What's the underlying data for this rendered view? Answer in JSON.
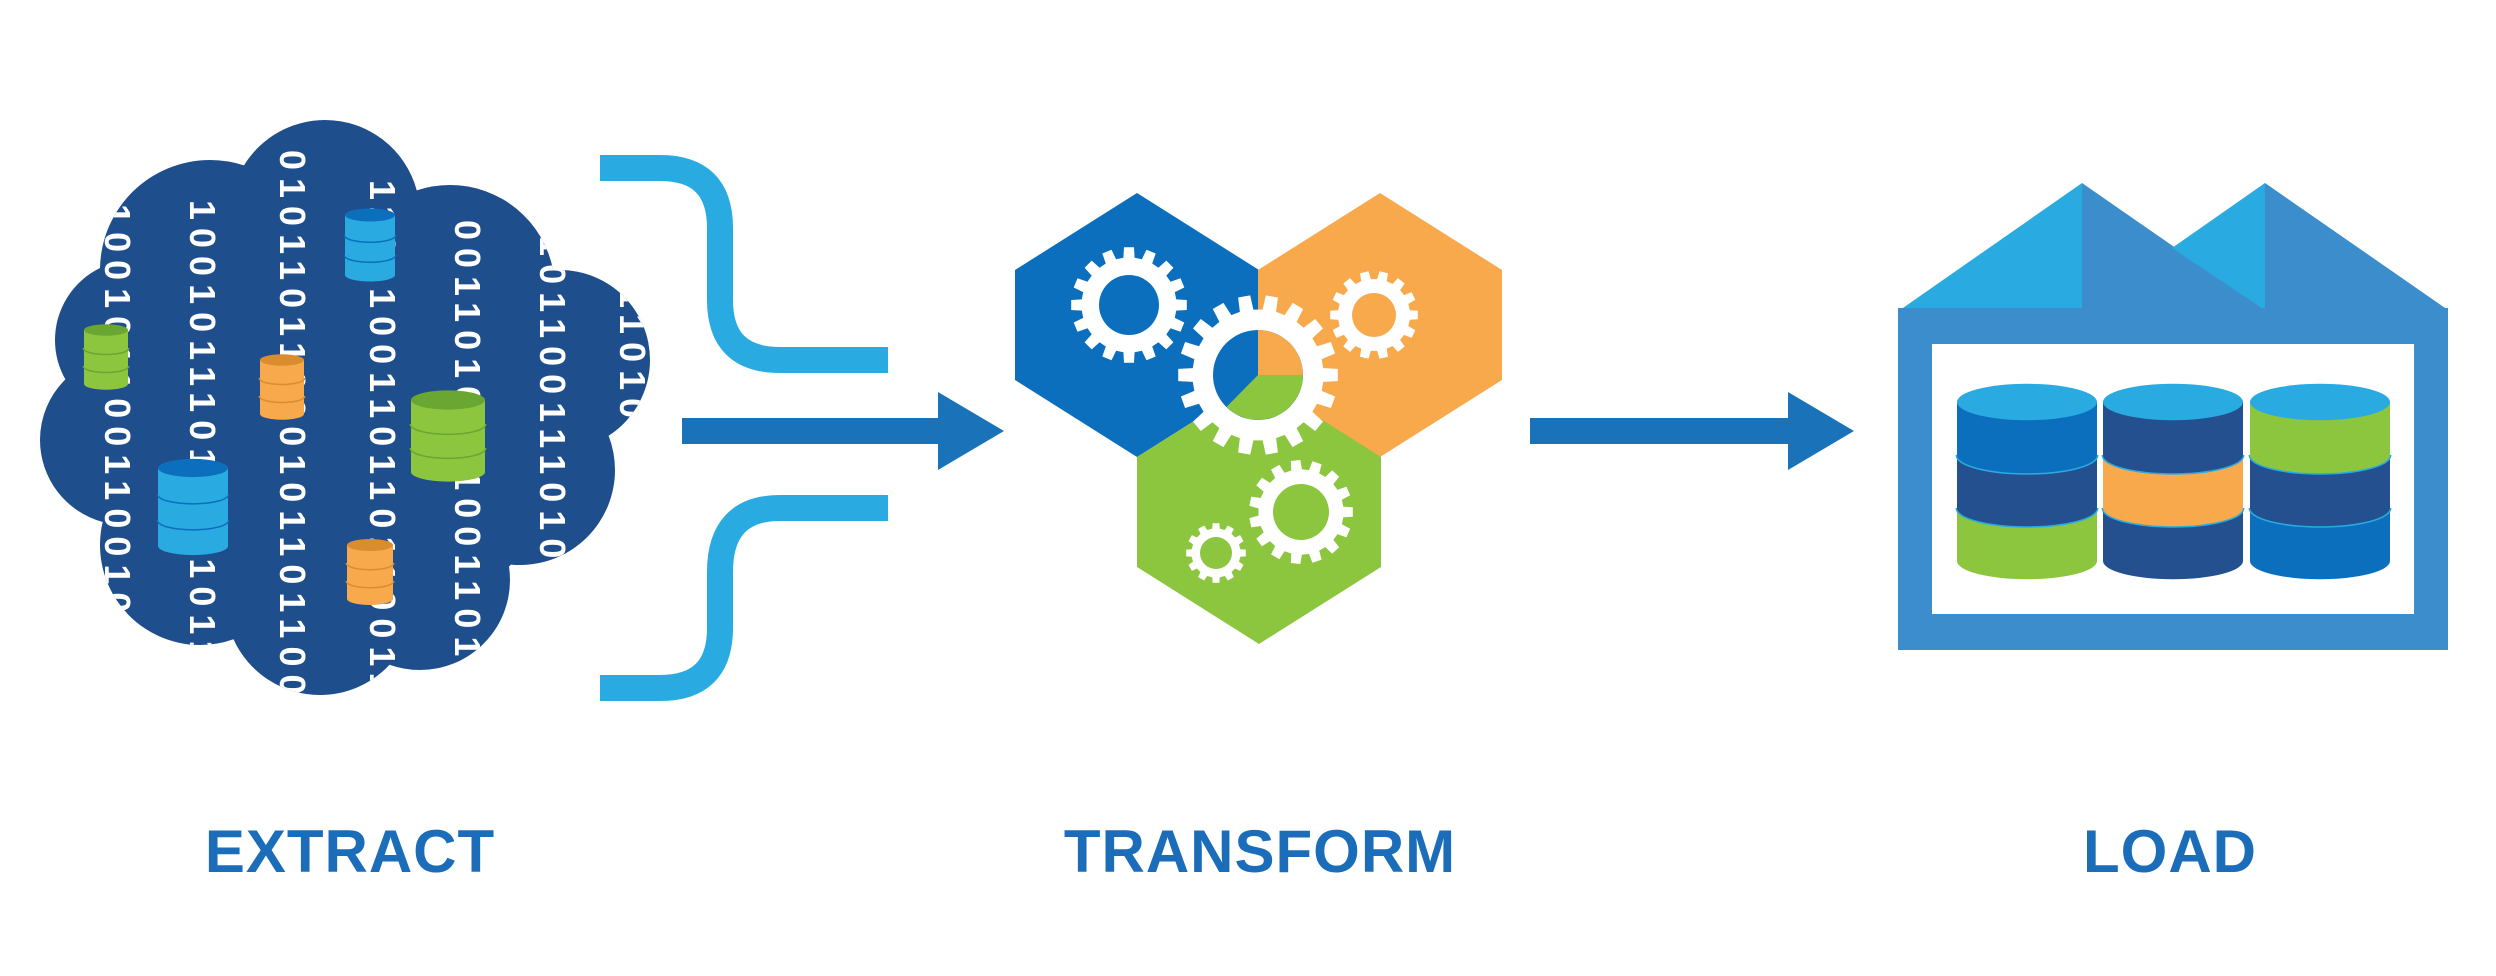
{
  "labels": {
    "extract": "EXTRACT",
    "transform": "TRANSFORM",
    "load": "LOAD"
  },
  "colors": {
    "label": "#1b6dba",
    "cloud": "#1f4e8c",
    "light_blue": "#29abe2",
    "mid_blue": "#1a73b9",
    "dark_blue": "#0b6fbd",
    "orange": "#f7a94b",
    "green": "#8cc63e",
    "navy": "#24508f",
    "warehouse_wall": "#3b8dcb",
    "white": "#ffffff"
  },
  "binary_columns": [
    "0110010110",
    "1001011101",
    "0101101100",
    "1101100110",
    "0011010101",
    "1010110011",
    "0110100110",
    "1011001011"
  ],
  "icons": {
    "extract": "data-cloud-icon",
    "transform": "gears-hexagon-icon",
    "load": "data-warehouse-icon"
  }
}
